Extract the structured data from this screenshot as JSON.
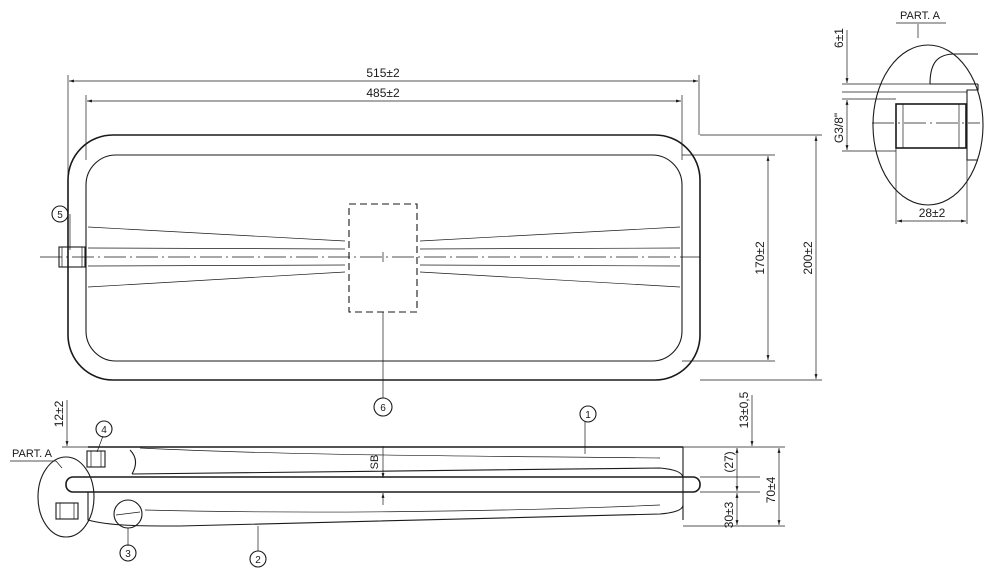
{
  "dimensions": {
    "overall_length": "515±2",
    "inner_length": "485±2",
    "inner_height": "170±2",
    "overall_height": "200±2",
    "thread_offset": "6±1",
    "thread_size": "G3/8\"",
    "fitting_length": "28±2",
    "fitting_height": "12±2",
    "flange_gap": "13±0,5",
    "mid_depth": "(27)",
    "total_depth": "70±4",
    "lower_depth": "30±3",
    "sb_label": "SB"
  },
  "detail_labels": {
    "top": "PART. A",
    "side": "PART. A"
  },
  "balloons": [
    "1",
    "2",
    "3",
    "4",
    "5",
    "6"
  ]
}
